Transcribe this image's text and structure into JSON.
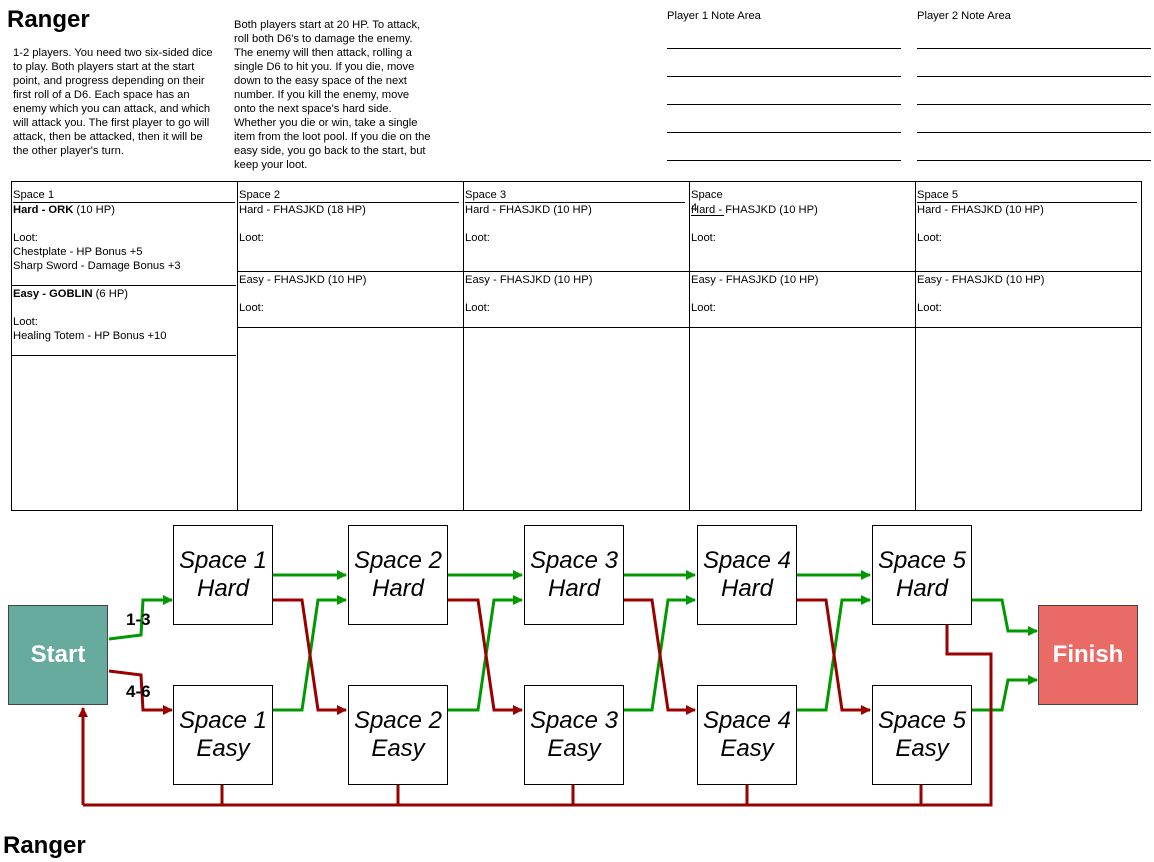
{
  "title_top": "Ranger",
  "title_bottom": "Ranger",
  "intro_text": "1-2 players. You need two six-sided dice to play. Both players start at the start point, and progress depending on their first roll of a D6. Each space has an enemy which you can attack, and which will attack you. The first player to go will attack, then be attacked, then it will be the other player's turn.",
  "rules_text": "Both players start at 20 HP. To attack, roll both D6's to damage the enemy. The enemy will then attack, rolling a single D6 to hit you. If you die, move down to the easy space of the next number. If you kill the enemy, move onto the next space's hard side. Whether you die or win, take a single item from the loot pool. If you die on the easy side, you go back to the start, but keep your loot.",
  "notes": {
    "player1": "Player 1 Note Area",
    "player2": "Player 2 Note Area"
  },
  "spaces_table": [
    {
      "header": "Space 1",
      "hard_label": "Hard - ORK",
      "hard_hp": " (10 HP)",
      "hard_loot_label": "Loot:",
      "hard_loot_items": [
        "Chestplate - HP Bonus +5",
        "Sharp Sword - Damage Bonus +3"
      ],
      "easy_label": "Easy - GOBLIN",
      "easy_hp": " (6 HP)",
      "easy_loot_label": "Loot:",
      "easy_loot_items": [
        "Healing Totem - HP Bonus +10"
      ]
    },
    {
      "header": "Space 2",
      "hard": "Hard - FHASJKD (18 HP)",
      "hard_loot": "Loot:",
      "easy": "Easy - FHASJKD (10 HP)",
      "easy_loot": "Loot:"
    },
    {
      "header": "Space 3",
      "hard": "Hard - FHASJKD (10 HP)",
      "hard_loot": "Loot:",
      "easy": "Easy - FHASJKD (10 HP)",
      "easy_loot": "Loot:"
    },
    {
      "header": "Space 4",
      "hard": "Hard - FHASJKD (10 HP)",
      "hard_loot": "Loot:",
      "easy": "Easy - FHASJKD (10 HP)",
      "easy_loot": "Loot:"
    },
    {
      "header": "Space 5",
      "hard": "Hard - FHASJKD (10 HP)",
      "hard_loot": "Loot:",
      "easy": "Easy - FHASJKD (10 HP)",
      "easy_loot": "Loot:"
    }
  ],
  "flow": {
    "start": "Start",
    "finish": "Finish",
    "roll_low": "1-3",
    "roll_high": "4-6",
    "hard_boxes": [
      {
        "l1": "Space 1",
        "l2": "Hard"
      },
      {
        "l1": "Space 2",
        "l2": "Hard"
      },
      {
        "l1": "Space 3",
        "l2": "Hard"
      },
      {
        "l1": "Space 4",
        "l2": "Hard"
      },
      {
        "l1": "Space 5",
        "l2": "Hard"
      }
    ],
    "easy_boxes": [
      {
        "l1": "Space 1",
        "l2": "Easy"
      },
      {
        "l1": "Space 2",
        "l2": "Easy"
      },
      {
        "l1": "Space 3",
        "l2": "Easy"
      },
      {
        "l1": "Space 4",
        "l2": "Easy"
      },
      {
        "l1": "Space 5",
        "l2": "Easy"
      }
    ]
  },
  "colors": {
    "start": "#67ab9f",
    "finish": "#ea6b66",
    "win_arrow": "#009900",
    "lose_arrow": "#990000"
  }
}
